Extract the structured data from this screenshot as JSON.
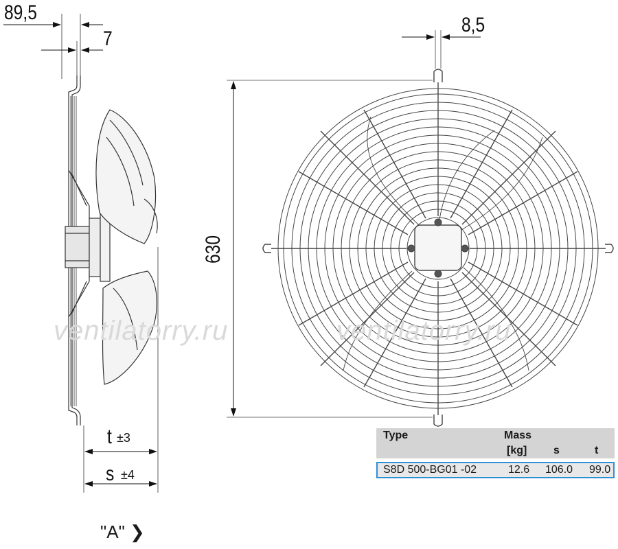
{
  "dimensions": {
    "overall_depth": "89,5",
    "flange": "7",
    "guard_offset": "8,5",
    "height": "630",
    "t_label": "t",
    "t_tol": "±3",
    "s_label": "s",
    "s_tol": "±4"
  },
  "watermark": {
    "text": "ventilatorry.ru"
  },
  "view_label": "\"A\" ❯",
  "table": {
    "headers": {
      "type": "Type",
      "mass": "Mass",
      "mass_unit": "[kg]",
      "s": "s",
      "t": "t"
    },
    "row": {
      "type": "S8D  500-BG01  -02",
      "mass": "12.6",
      "s": "106.0",
      "t": "99.0"
    },
    "highlight_color": "#2d8fd6"
  }
}
